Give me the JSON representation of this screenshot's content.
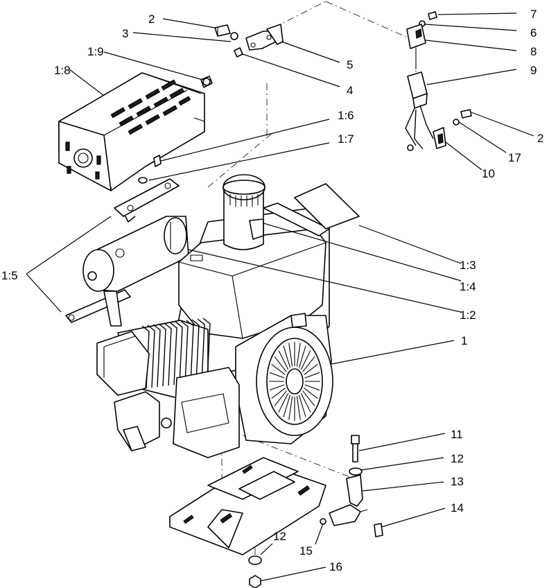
{
  "callouts": [
    {
      "id": "c-2-top",
      "text": "2"
    },
    {
      "id": "c-3",
      "text": "3"
    },
    {
      "id": "c-1-9",
      "text": "1:9"
    },
    {
      "id": "c-1-8",
      "text": "1:8"
    },
    {
      "id": "c-5",
      "text": "5"
    },
    {
      "id": "c-4",
      "text": "4"
    },
    {
      "id": "c-1-6",
      "text": "1:6"
    },
    {
      "id": "c-1-7",
      "text": "1:7"
    },
    {
      "id": "c-7",
      "text": "7"
    },
    {
      "id": "c-6",
      "text": "6"
    },
    {
      "id": "c-8",
      "text": "8"
    },
    {
      "id": "c-9",
      "text": "9"
    },
    {
      "id": "c-2-right",
      "text": "2"
    },
    {
      "id": "c-17",
      "text": "17"
    },
    {
      "id": "c-10",
      "text": "10"
    },
    {
      "id": "c-1-5",
      "text": "1:5"
    },
    {
      "id": "c-1-3",
      "text": "1:3"
    },
    {
      "id": "c-1-4",
      "text": "1:4"
    },
    {
      "id": "c-1-2",
      "text": "1:2"
    },
    {
      "id": "c-1",
      "text": "1"
    },
    {
      "id": "c-11",
      "text": "11"
    },
    {
      "id": "c-12-right",
      "text": "12"
    },
    {
      "id": "c-13",
      "text": "13"
    },
    {
      "id": "c-14",
      "text": "14"
    },
    {
      "id": "c-15",
      "text": "15"
    },
    {
      "id": "c-12-bottom",
      "text": "12"
    },
    {
      "id": "c-16",
      "text": "16"
    }
  ]
}
